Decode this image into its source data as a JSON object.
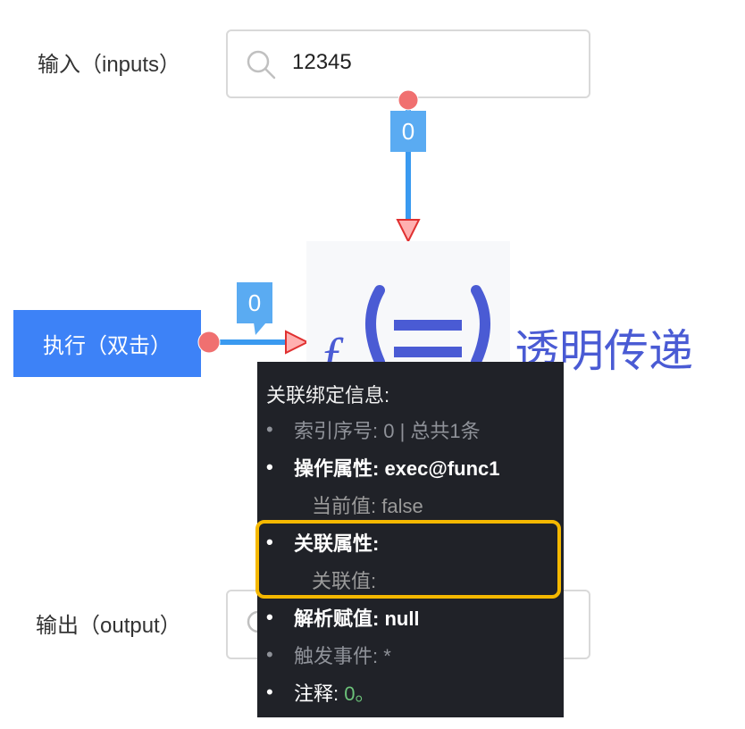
{
  "inputs": {
    "label": "输入（inputs）",
    "value": "12345"
  },
  "output": {
    "label": "输出（output）"
  },
  "exec_button": {
    "label": "执行（双击）"
  },
  "connections": {
    "top_count": "0",
    "left_count": "0"
  },
  "node": {
    "title": "透明传递"
  },
  "tooltip": {
    "title": "关联绑定信息:",
    "index": "索引序号: 0 | 总共1条",
    "operation": "操作属性: exec@func1",
    "current_value": "当前值: false",
    "related_attr": "关联属性:",
    "related_value": "关联值:",
    "parse_assign": "解析赋值: null",
    "trigger_event": "触发事件: *",
    "comment_label": "注释: ",
    "comment_value": "0。"
  },
  "colors": {
    "accent_blue": "#3d82f7",
    "flag_blue": "#5aabf2",
    "node_purple": "#4a5bd4",
    "tooltip_bg": "#202228",
    "highlight": "#f5b800",
    "comment_green": "#6cc37a"
  }
}
